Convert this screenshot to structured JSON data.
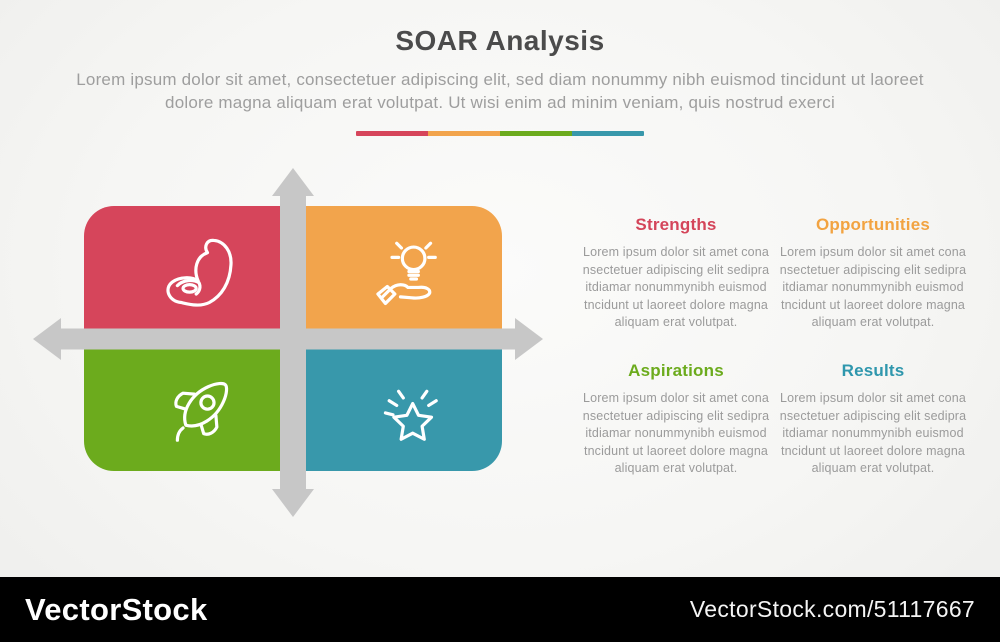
{
  "header": {
    "title": "SOAR Analysis",
    "subtitle": "Lorem ipsum dolor sit amet, consectetuer adipiscing elit, sed diam nonummy nibh euismod tincidunt ut laoreet dolore magna aliquam erat volutpat. Ut wisi enim ad minim veniam, quis nostrud exerci"
  },
  "divider": {
    "colors": [
      "#d6455b",
      "#f2a44c",
      "#6cab1d",
      "#3898ab"
    ]
  },
  "matrix": {
    "arrow_color": "#c7c7c7",
    "quadrants": [
      {
        "name": "strengths",
        "color": "#d6455b",
        "icon": "muscle-arm-icon"
      },
      {
        "name": "opportunities",
        "color": "#f2a44c",
        "icon": "hand-lightbulb-icon"
      },
      {
        "name": "aspirations",
        "color": "#6cab1d",
        "icon": "rocket-icon"
      },
      {
        "name": "results",
        "color": "#3898ab",
        "icon": "star-shine-icon"
      }
    ]
  },
  "sections": [
    {
      "title": "Strengths",
      "color": "#d4455a",
      "body": "Lorem ipsum dolor sit amet cona nsectetuer adipiscing elit sedipra itdiamar nonummynibh euismod tncidunt ut laoreet dolore magna aliquam erat volutpat."
    },
    {
      "title": "Opportunities",
      "color": "#f2a341",
      "body": "Lorem ipsum dolor sit amet cona nsectetuer adipiscing elit sedipra itdiamar nonummynibh euismod tncidunt ut laoreet dolore magna aliquam erat volutpat."
    },
    {
      "title": "Aspirations",
      "color": "#6cab1d",
      "body": "Lorem ipsum dolor sit amet cona nsectetuer adipiscing elit sedipra itdiamar nonummynibh euismod tncidunt ut laoreet dolore magna aliquam erat volutpat."
    },
    {
      "title": "Results",
      "color": "#2f97ad",
      "body": "Lorem ipsum dolor sit amet cona nsectetuer adipiscing elit sedipra itdiamar nonummynibh euismod tncidunt ut laoreet dolore magna aliquam erat volutpat."
    }
  ],
  "footer": {
    "background": "#000000",
    "brand": "VectorStock",
    "credit": "VectorStock.com/51117667"
  }
}
